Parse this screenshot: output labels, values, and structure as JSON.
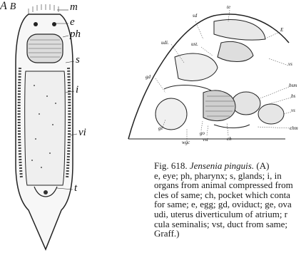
{
  "figure_a": {
    "letter": "A",
    "labels": {
      "m": "m",
      "e": "e",
      "ph": "ph",
      "s": "s",
      "i": "i",
      "vi": "vi",
      "t": "t"
    }
  },
  "figure_b": {
    "letter": "B",
    "labels": {
      "sd": "sd",
      "te": "te",
      "ust": "ust.",
      "E": "E",
      "udi": "udi.",
      "gd": "gd",
      "vs": "vs",
      "bsm": "bsm",
      "bs": "bs",
      "vs2": "vs",
      "chm": "chm",
      "ge": "ge",
      "wgc": "wgc",
      "go": "go",
      "vst": "vst",
      "ch": "ch"
    }
  },
  "caption": {
    "line1_prefix": "Fig. 618.",
    "line1_species": "Jensenia pinguis.",
    "line1_suffix": "(A)",
    "line2": "e, eye; ph, pharynx; s, glands; i, in",
    "line3": "organs from animal compressed from",
    "line4": "cles of same; ch, pocket which conta",
    "line5": "for same; e, egg; gd, oviduct; ge, ova",
    "line6": "udi, uterus diverticulum of atrium; r",
    "line7": "cula seminalis; vst, duct from same;",
    "line8": "Graff.)"
  }
}
